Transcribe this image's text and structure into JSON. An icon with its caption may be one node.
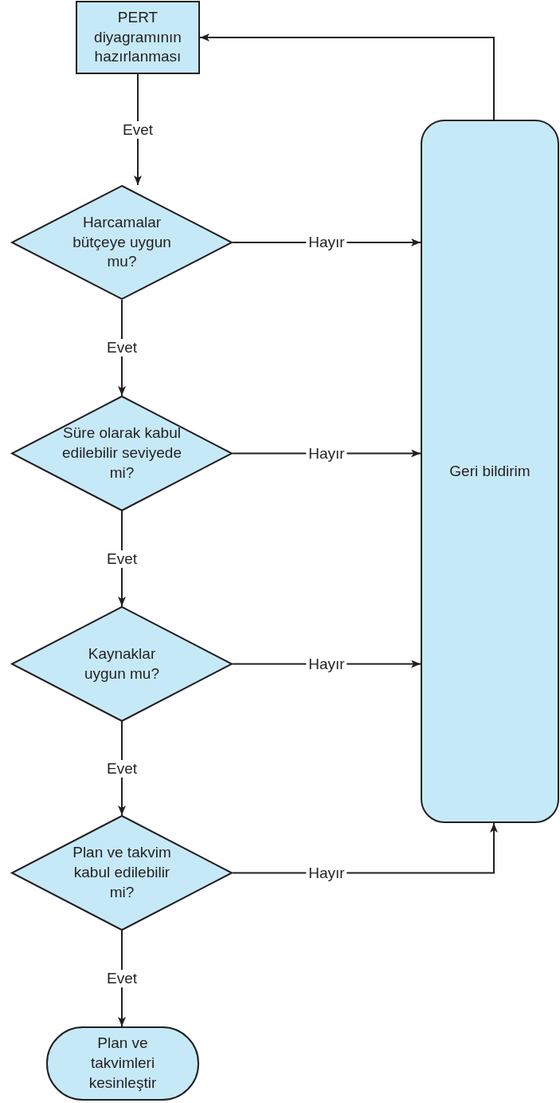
{
  "diagram": {
    "nodes": [
      {
        "text": [
          "PERT diyagramının hazırlanması"
        ]
      },
      {
        "text": [
          "Harcamalar bütçeye uygun mu?"
        ]
      },
      {
        "text": [
          "Süre olarak kabul edilebilir seviyede mi?"
        ]
      },
      {
        "text": [
          "Kaynaklar uygun mu?"
        ]
      },
      {
        "text": [
          "Plan ve takvim kabul edilebilir mi?"
        ]
      },
      {
        "text": [
          "Plan ve takvimleri kesinleştir"
        ]
      },
      {
        "text": [
          "Geri bildirim"
        ]
      }
    ],
    "edges": [
      {
        "from": 0,
        "to": 1,
        "arrow": "to",
        "label": "Evet"
      },
      {
        "from": 1,
        "to": 6,
        "arrow": "to",
        "label": "Hayır"
      },
      {
        "from": 1,
        "to": 2,
        "arrow": "to",
        "label": "Evet"
      },
      {
        "from": 2,
        "to": 6,
        "arrow": "to",
        "label": "Hayır"
      },
      {
        "from": 2,
        "to": 3,
        "arrow": "to",
        "label": "Evet"
      },
      {
        "from": 3,
        "to": 6,
        "arrow": "to",
        "label": "Hayır"
      },
      {
        "from": 3,
        "to": 4,
        "arrow": "to",
        "label": "Evet"
      },
      {
        "from": 4,
        "to": 6,
        "arrow": "to",
        "label": "Hayır"
      },
      {
        "from": 4,
        "to": 5,
        "arrow": "to",
        "label": "Evet"
      },
      {
        "from": 6,
        "to": 0,
        "arrow": "to"
      }
    ]
  }
}
